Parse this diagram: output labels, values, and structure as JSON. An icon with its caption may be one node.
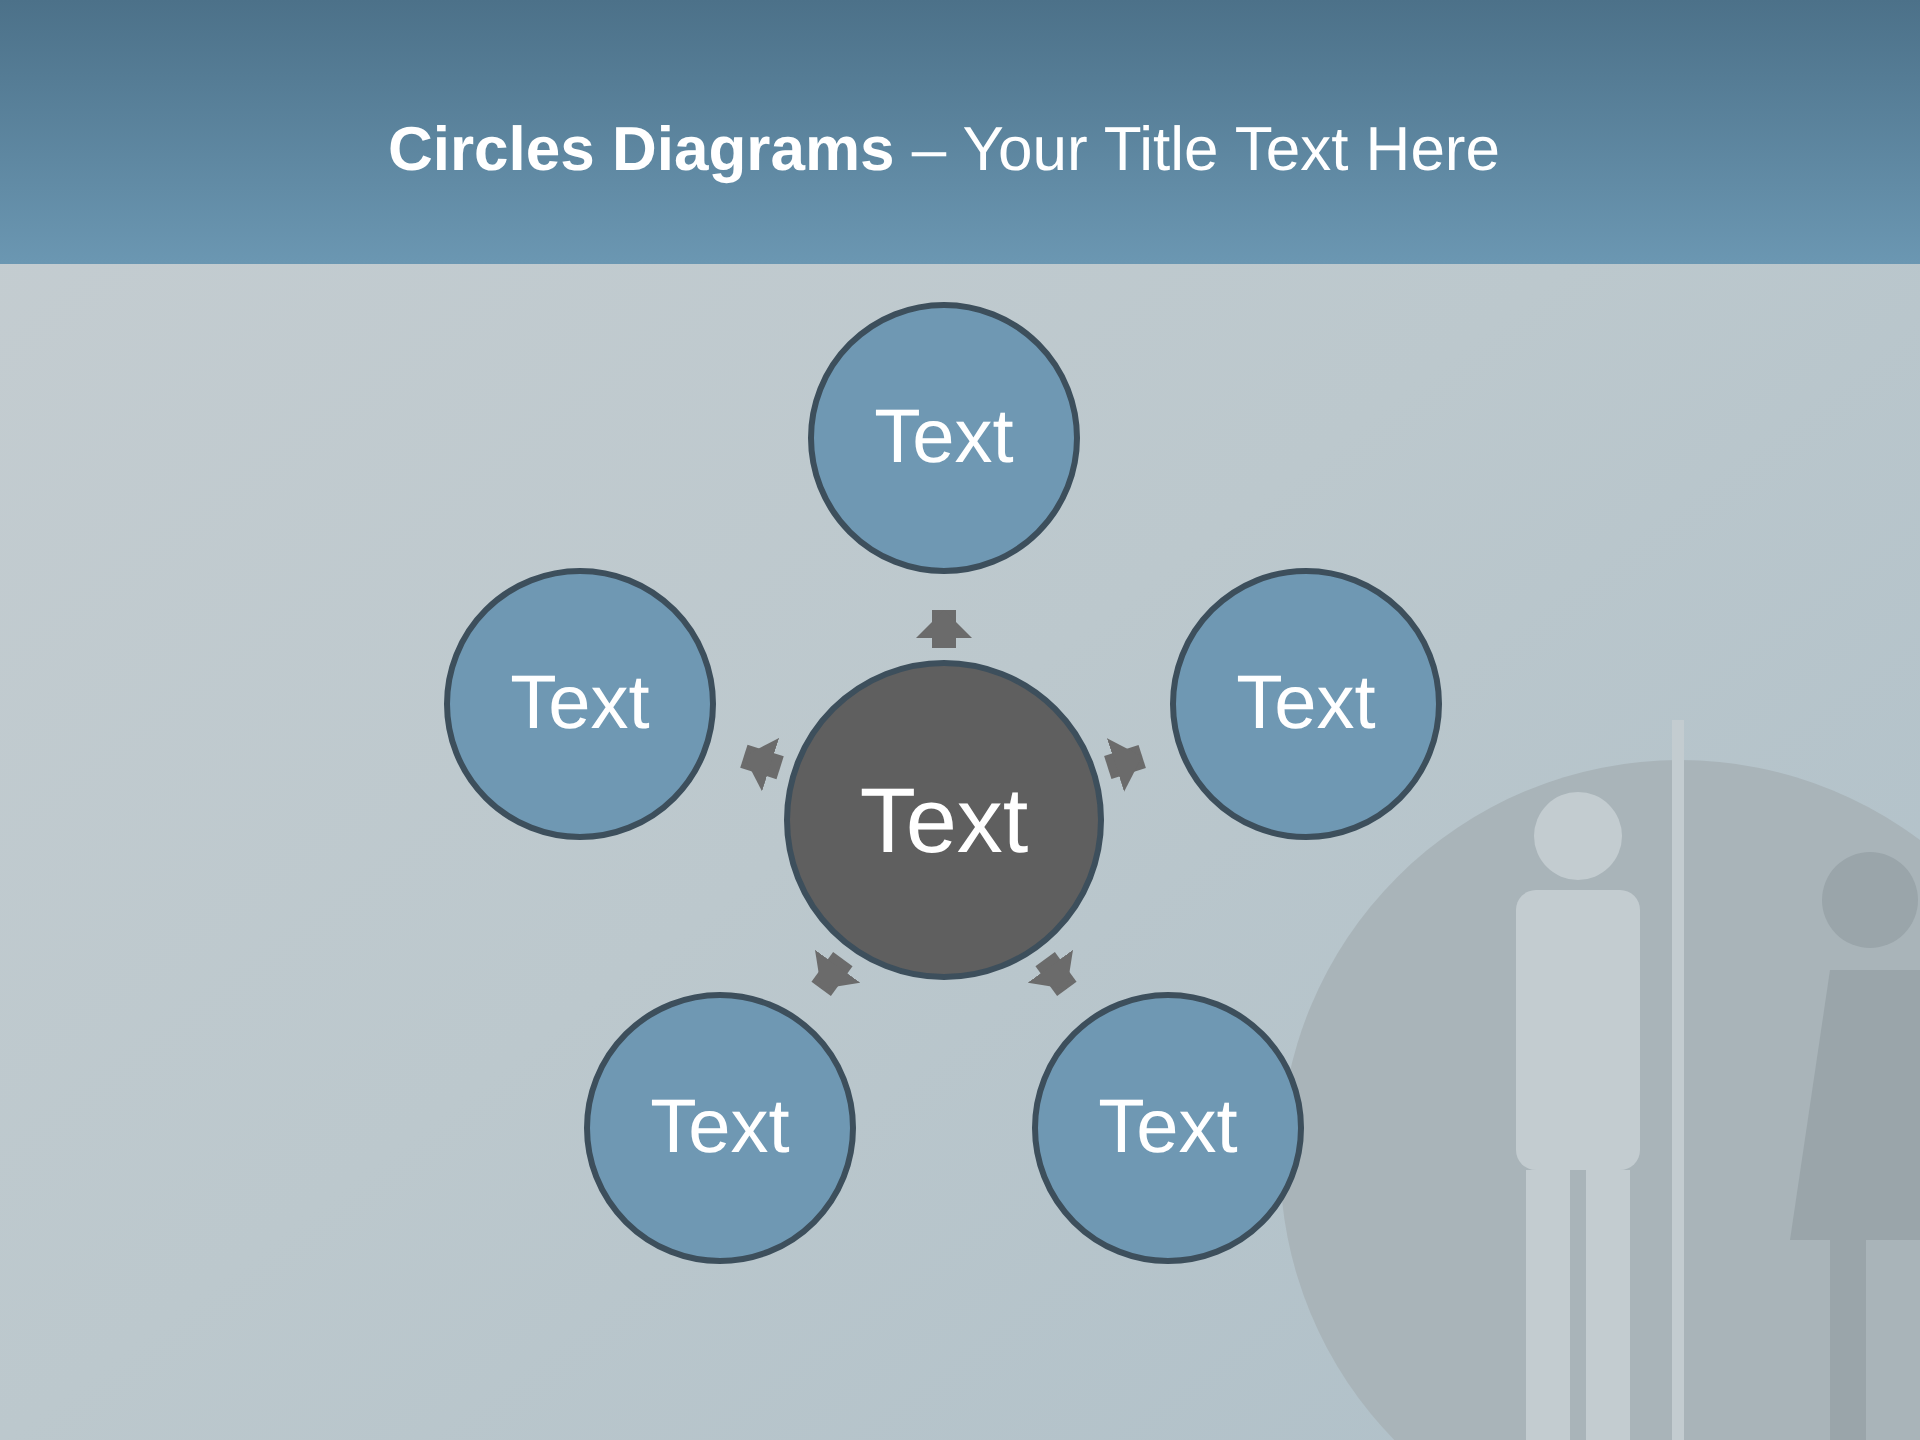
{
  "diagram": {
    "title": "**Circles Diagrams** – Your Title Text Here",
    "nodes": [
      {
        "text": [
          "Text"
        ]
      },
      {
        "text": [
          "Text"
        ]
      },
      {
        "text": [
          "Text"
        ]
      },
      {
        "text": [
          "Text"
        ]
      },
      {
        "text": [
          "Text"
        ]
      },
      {
        "text": [
          "Text"
        ]
      }
    ],
    "edges": [
      {
        "from": 0,
        "to": 1,
        "arrow": "to"
      },
      {
        "from": 0,
        "to": 2,
        "arrow": "to"
      },
      {
        "from": 0,
        "to": 3,
        "arrow": "to"
      },
      {
        "from": 0,
        "to": 4,
        "arrow": "to"
      },
      {
        "from": 0,
        "to": 5,
        "arrow": "to"
      }
    ]
  }
}
